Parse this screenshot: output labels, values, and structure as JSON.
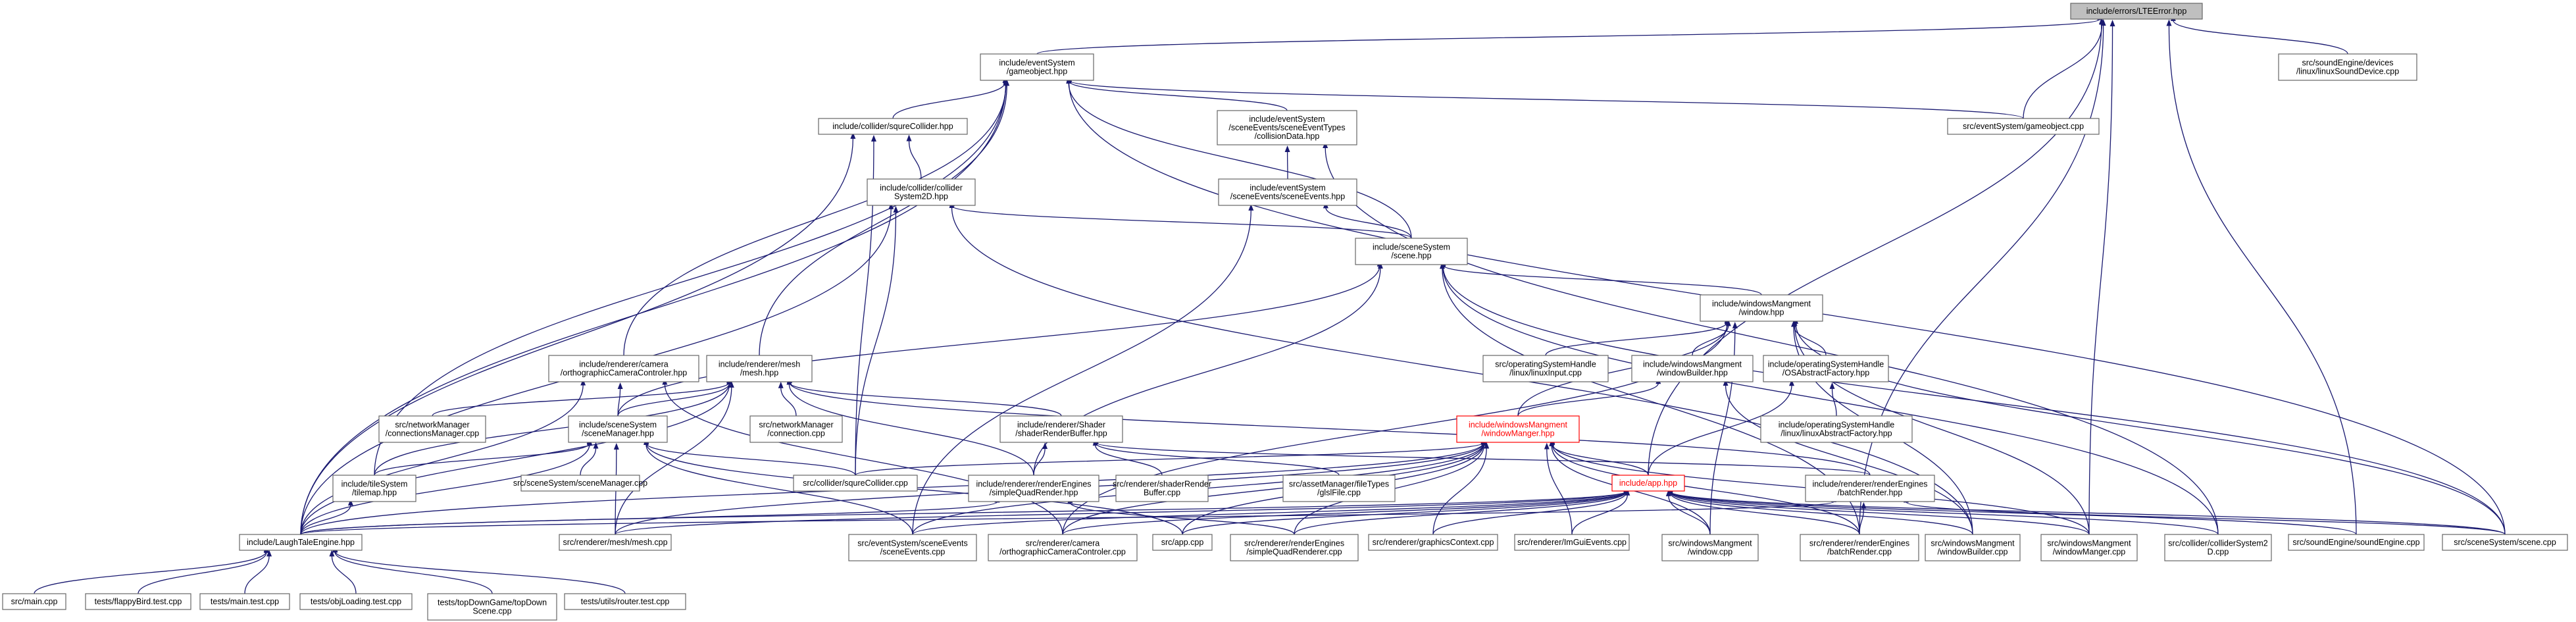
{
  "graph": {
    "title": "",
    "colors": {
      "edge": "#191970",
      "root_fill": "#bfbfbf",
      "border": "#666666",
      "incomplete_border": "#ff0000",
      "text": "#000000"
    },
    "nodes": [
      {
        "id": "LTEError",
        "lines": [
          "include/errors/LTEError.hpp"
        ],
        "style": "root"
      },
      {
        "id": "gameobjectHpp",
        "lines": [
          "include/eventSystem",
          "/gameobject.hpp"
        ]
      },
      {
        "id": "linuxSound",
        "lines": [
          "src/soundEngine/devices",
          "/linux/linuxSoundDevice.cpp"
        ]
      },
      {
        "id": "squreColliderHpp",
        "lines": [
          "include/collider/squreCollider.hpp"
        ]
      },
      {
        "id": "collisionData",
        "lines": [
          "include/eventSystem",
          "/sceneEvents/sceneEventTypes",
          "/collisionData.hpp"
        ]
      },
      {
        "id": "gameobjectCpp",
        "lines": [
          "src/eventSystem/gameobject.cpp"
        ]
      },
      {
        "id": "colliderSystem2D",
        "lines": [
          "include/collider/collider",
          "System2D.hpp"
        ]
      },
      {
        "id": "sceneEventsHpp",
        "lines": [
          "include/eventSystem",
          "/sceneEvents/sceneEvents.hpp"
        ]
      },
      {
        "id": "sceneHpp",
        "lines": [
          "include/sceneSystem",
          "/scene.hpp"
        ]
      },
      {
        "id": "windowHpp",
        "lines": [
          "include/windowsMangment",
          "/window.hpp"
        ]
      },
      {
        "id": "orthoCamHpp",
        "lines": [
          "include/renderer/camera",
          "/orthographicCameraControler.hpp"
        ]
      },
      {
        "id": "meshHpp",
        "lines": [
          "include/renderer/mesh",
          "/mesh.hpp"
        ]
      },
      {
        "id": "linuxInput",
        "lines": [
          "src/operatingSystemHandle",
          "/linux/linuxInput.cpp"
        ]
      },
      {
        "id": "windowBuilderHpp",
        "lines": [
          "include/windowsMangment",
          "/windowBuilder.hpp"
        ]
      },
      {
        "id": "OSAbstract",
        "lines": [
          "include/operatingSystemHandle",
          "/OSAbstractFactory.hpp"
        ]
      },
      {
        "id": "connMgr",
        "lines": [
          "src/networkManager",
          "/connectionsManager.cpp"
        ]
      },
      {
        "id": "sceneManagerHpp",
        "lines": [
          "include/sceneSystem",
          "/sceneManager.hpp"
        ]
      },
      {
        "id": "connection",
        "lines": [
          "src/networkManager",
          "/connection.cpp"
        ]
      },
      {
        "id": "shaderRB",
        "lines": [
          "include/renderer/Shader",
          "/shaderRenderBuffer.hpp"
        ]
      },
      {
        "id": "windowManagerHpp",
        "lines": [
          "include/windowsMangment",
          "/windowManger.hpp"
        ],
        "style": "red"
      },
      {
        "id": "linuxAbstract",
        "lines": [
          "include/operatingSystemHandle",
          "/linux/linuxAbstractFactory.hpp"
        ]
      },
      {
        "id": "tilemap",
        "lines": [
          "include/tileSystem",
          "/tilemap.hpp"
        ]
      },
      {
        "id": "sceneManagerCpp",
        "lines": [
          "src/sceneSystem/sceneManager.cpp"
        ]
      },
      {
        "id": "squreColliderCpp",
        "lines": [
          "src/collider/squreCollider.cpp"
        ]
      },
      {
        "id": "simpleQuadHpp",
        "lines": [
          "include/renderer/renderEngines",
          "/simpleQuadRender.hpp"
        ]
      },
      {
        "id": "shaderRBCpp",
        "lines": [
          "src/renderer/shaderRender",
          "Buffer.cpp"
        ]
      },
      {
        "id": "glslFile",
        "lines": [
          "src/assetManager/fileTypes",
          "/glslFile.cpp"
        ]
      },
      {
        "id": "appHpp",
        "lines": [
          "include/app.hpp"
        ],
        "style": "red"
      },
      {
        "id": "batchRenderHpp",
        "lines": [
          "include/renderer/renderEngines",
          "/batchRender.hpp"
        ]
      },
      {
        "id": "laughTale",
        "lines": [
          "include/LaughTaleEngine.hpp"
        ]
      },
      {
        "id": "meshCpp",
        "lines": [
          "src/renderer/mesh/mesh.cpp"
        ]
      },
      {
        "id": "sceneEventsCpp",
        "lines": [
          "src/eventSystem/sceneEvents",
          "/sceneEvents.cpp"
        ]
      },
      {
        "id": "orthoCamCpp",
        "lines": [
          "src/renderer/camera",
          "/orthographicCameraControler.cpp"
        ]
      },
      {
        "id": "appCpp",
        "lines": [
          "src/app.cpp"
        ]
      },
      {
        "id": "simpleQuadCpp",
        "lines": [
          "src/renderer/renderEngines",
          "/simpleQuadRenderer.cpp"
        ]
      },
      {
        "id": "graphicsCtx",
        "lines": [
          "src/renderer/graphicsContext.cpp"
        ]
      },
      {
        "id": "imGui",
        "lines": [
          "src/renderer/ImGuiEvents.cpp"
        ]
      },
      {
        "id": "windowCpp",
        "lines": [
          "src/windowsMangment",
          "/window.cpp"
        ]
      },
      {
        "id": "batchRenderCpp",
        "lines": [
          "src/renderer/renderEngines",
          "/batchRender.cpp"
        ]
      },
      {
        "id": "windowBuilderCpp",
        "lines": [
          "src/windowsMangment",
          "/windowBuilder.cpp"
        ]
      },
      {
        "id": "windowMangerCpp",
        "lines": [
          "src/windowsMangment",
          "/windowManger.cpp"
        ]
      },
      {
        "id": "colliderSystem2DCpp",
        "lines": [
          "src/collider/colliderSystem2",
          "D.cpp"
        ]
      },
      {
        "id": "soundEngineCpp",
        "lines": [
          "src/soundEngine/soundEngine.cpp"
        ]
      },
      {
        "id": "sceneCpp",
        "lines": [
          "src/sceneSystem/scene.cpp"
        ]
      },
      {
        "id": "mainCpp",
        "lines": [
          "src/main.cpp"
        ]
      },
      {
        "id": "flappy",
        "lines": [
          "tests/flappyBird.test.cpp"
        ]
      },
      {
        "id": "mainTest",
        "lines": [
          "tests/main.test.cpp"
        ]
      },
      {
        "id": "objLoading",
        "lines": [
          "tests/objLoading.test.cpp"
        ]
      },
      {
        "id": "topDown",
        "lines": [
          "tests/topDownGame/topDown",
          "Scene.cpp"
        ]
      },
      {
        "id": "router",
        "lines": [
          "tests/utils/router.test.cpp"
        ]
      }
    ],
    "edges": [
      [
        "LTEError",
        "gameobjectHpp"
      ],
      [
        "LTEError",
        "linuxSound"
      ],
      [
        "LTEError",
        "gameobjectCpp"
      ],
      [
        "LTEError",
        "appHpp"
      ],
      [
        "LTEError",
        "windowMangerCpp"
      ],
      [
        "LTEError",
        "soundEngineCpp"
      ],
      [
        "LTEError",
        "batchRenderCpp"
      ],
      [
        "gameobjectHpp",
        "squreColliderHpp"
      ],
      [
        "gameobjectHpp",
        "collisionData"
      ],
      [
        "gameobjectHpp",
        "gameobjectCpp"
      ],
      [
        "gameobjectHpp",
        "sceneHpp"
      ],
      [
        "gameobjectHpp",
        "orthoCamHpp"
      ],
      [
        "gameobjectHpp",
        "meshHpp"
      ],
      [
        "gameobjectHpp",
        "tilemap"
      ],
      [
        "gameobjectHpp",
        "laughTale"
      ],
      [
        "gameobjectHpp",
        "sceneCpp"
      ],
      [
        "squreColliderHpp",
        "colliderSystem2D"
      ],
      [
        "squreColliderHpp",
        "squreColliderCpp"
      ],
      [
        "squreColliderHpp",
        "laughTale"
      ],
      [
        "collisionData",
        "sceneEventsHpp"
      ],
      [
        "collisionData",
        "colliderSystem2DCpp"
      ],
      [
        "colliderSystem2D",
        "sceneHpp"
      ],
      [
        "colliderSystem2D",
        "squreColliderCpp"
      ],
      [
        "colliderSystem2D",
        "laughTale"
      ],
      [
        "colliderSystem2D",
        "windowBuilderCpp"
      ],
      [
        "sceneEventsHpp",
        "sceneHpp"
      ],
      [
        "sceneEventsHpp",
        "sceneEventsCpp"
      ],
      [
        "sceneHpp",
        "windowHpp"
      ],
      [
        "sceneHpp",
        "sceneManagerHpp"
      ],
      [
        "sceneHpp",
        "simpleQuadHpp"
      ],
      [
        "sceneHpp",
        "sceneCpp"
      ],
      [
        "sceneHpp",
        "colliderSystem2DCpp"
      ],
      [
        "sceneHpp",
        "batchRenderCpp"
      ],
      [
        "windowHpp",
        "linuxInput"
      ],
      [
        "windowHpp",
        "windowBuilderHpp"
      ],
      [
        "windowHpp",
        "OSAbstract"
      ],
      [
        "windowHpp",
        "windowManagerHpp"
      ],
      [
        "windowHpp",
        "windowCpp"
      ],
      [
        "windowHpp",
        "windowBuilderCpp"
      ],
      [
        "windowHpp",
        "windowMangerCpp"
      ],
      [
        "windowHpp",
        "sceneCpp"
      ],
      [
        "windowHpp",
        "orthoCamCpp"
      ],
      [
        "orthoCamHpp",
        "sceneManagerHpp"
      ],
      [
        "orthoCamHpp",
        "laughTale"
      ],
      [
        "orthoCamHpp",
        "orthoCamCpp"
      ],
      [
        "meshHpp",
        "connMgr"
      ],
      [
        "meshHpp",
        "connection"
      ],
      [
        "meshHpp",
        "shaderRB"
      ],
      [
        "meshHpp",
        "sceneManagerHpp"
      ],
      [
        "meshHpp",
        "simpleQuadHpp"
      ],
      [
        "meshHpp",
        "batchRenderHpp"
      ],
      [
        "meshHpp",
        "laughTale"
      ],
      [
        "meshHpp",
        "meshCpp"
      ],
      [
        "meshHpp",
        "tilemap"
      ],
      [
        "windowBuilderHpp",
        "windowManagerHpp"
      ],
      [
        "windowBuilderHpp",
        "windowBuilderCpp"
      ],
      [
        "OSAbstract",
        "linuxAbstract"
      ],
      [
        "OSAbstract",
        "appHpp"
      ],
      [
        "sceneManagerHpp",
        "tilemap"
      ],
      [
        "sceneManagerHpp",
        "sceneManagerCpp"
      ],
      [
        "sceneManagerHpp",
        "squreColliderCpp"
      ],
      [
        "sceneManagerHpp",
        "laughTale"
      ],
      [
        "sceneManagerHpp",
        "sceneEventsCpp"
      ],
      [
        "sceneManagerHpp",
        "appCpp"
      ],
      [
        "sceneManagerHpp",
        "meshCpp"
      ],
      [
        "shaderRB",
        "simpleQuadHpp"
      ],
      [
        "shaderRB",
        "shaderRBCpp"
      ],
      [
        "shaderRB",
        "glslFile"
      ],
      [
        "shaderRB",
        "batchRenderHpp"
      ],
      [
        "windowManagerHpp",
        "appHpp"
      ],
      [
        "windowManagerHpp",
        "squreColliderCpp"
      ],
      [
        "windowManagerHpp",
        "laughTale"
      ],
      [
        "windowManagerHpp",
        "meshCpp"
      ],
      [
        "windowManagerHpp",
        "sceneEventsCpp"
      ],
      [
        "windowManagerHpp",
        "orthoCamCpp"
      ],
      [
        "windowManagerHpp",
        "appCpp"
      ],
      [
        "windowManagerHpp",
        "simpleQuadCpp"
      ],
      [
        "windowManagerHpp",
        "graphicsCtx"
      ],
      [
        "windowManagerHpp",
        "imGui"
      ],
      [
        "windowManagerHpp",
        "windowCpp"
      ],
      [
        "windowManagerHpp",
        "batchRenderCpp"
      ],
      [
        "windowManagerHpp",
        "windowMangerCpp"
      ],
      [
        "tilemap",
        "laughTale"
      ],
      [
        "simpleQuadHpp",
        "simpleQuadCpp"
      ],
      [
        "simpleQuadHpp",
        "laughTale"
      ],
      [
        "appHpp",
        "laughTale"
      ],
      [
        "appHpp",
        "meshCpp"
      ],
      [
        "appHpp",
        "sceneEventsCpp"
      ],
      [
        "appHpp",
        "orthoCamCpp"
      ],
      [
        "appHpp",
        "appCpp"
      ],
      [
        "appHpp",
        "simpleQuadCpp"
      ],
      [
        "appHpp",
        "graphicsCtx"
      ],
      [
        "appHpp",
        "imGui"
      ],
      [
        "appHpp",
        "windowCpp"
      ],
      [
        "appHpp",
        "batchRenderCpp"
      ],
      [
        "appHpp",
        "windowBuilderCpp"
      ],
      [
        "appHpp",
        "windowMangerCpp"
      ],
      [
        "appHpp",
        "colliderSystem2DCpp"
      ],
      [
        "appHpp",
        "soundEngineCpp"
      ],
      [
        "appHpp",
        "sceneCpp"
      ],
      [
        "batchRenderHpp",
        "batchRenderCpp"
      ],
      [
        "batchRenderHpp",
        "laughTale"
      ],
      [
        "batchRenderHpp",
        "sceneCpp"
      ],
      [
        "laughTale",
        "mainCpp"
      ],
      [
        "laughTale",
        "flappy"
      ],
      [
        "laughTale",
        "mainTest"
      ],
      [
        "laughTale",
        "objLoading"
      ],
      [
        "laughTale",
        "topDown"
      ],
      [
        "laughTale",
        "router"
      ]
    ]
  }
}
